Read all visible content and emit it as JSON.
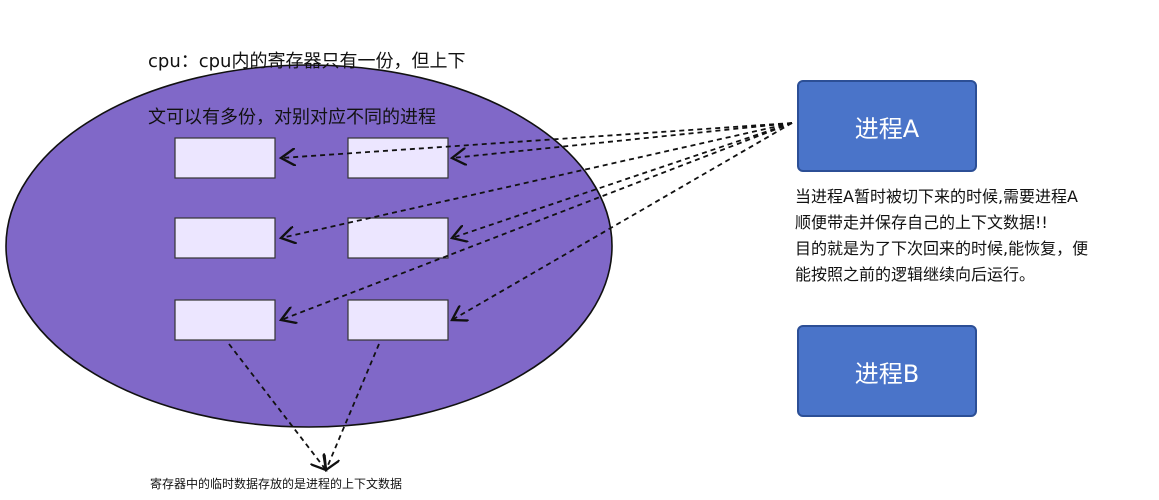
{
  "cpu_note": {
    "line1": "cpu：cpu内的寄存器只有一份，但上下",
    "line2": "文可以有多份，对别对应不同的进程"
  },
  "process_a": {
    "label": "进程A"
  },
  "process_b": {
    "label": "进程B"
  },
  "side_note": {
    "lines": [
      "当进程A暂时被切下来的时候,需要进程A",
      "顺便带走并保存自己的上下文数据!!",
      "目的就是为了下次回来的时候,能恢复，便",
      "能按照之前的逻辑继续向后运行。"
    ]
  },
  "bottom_note": {
    "text": "寄存器中的临时数据存放的是进程的上下文数据"
  },
  "colors": {
    "ellipse_fill": "#8068c8",
    "register_fill": "#ece6ff",
    "process_fill": "#4a74c9",
    "line_color": "#111111"
  },
  "register_grid": {
    "rows": 3,
    "columns": 2
  }
}
